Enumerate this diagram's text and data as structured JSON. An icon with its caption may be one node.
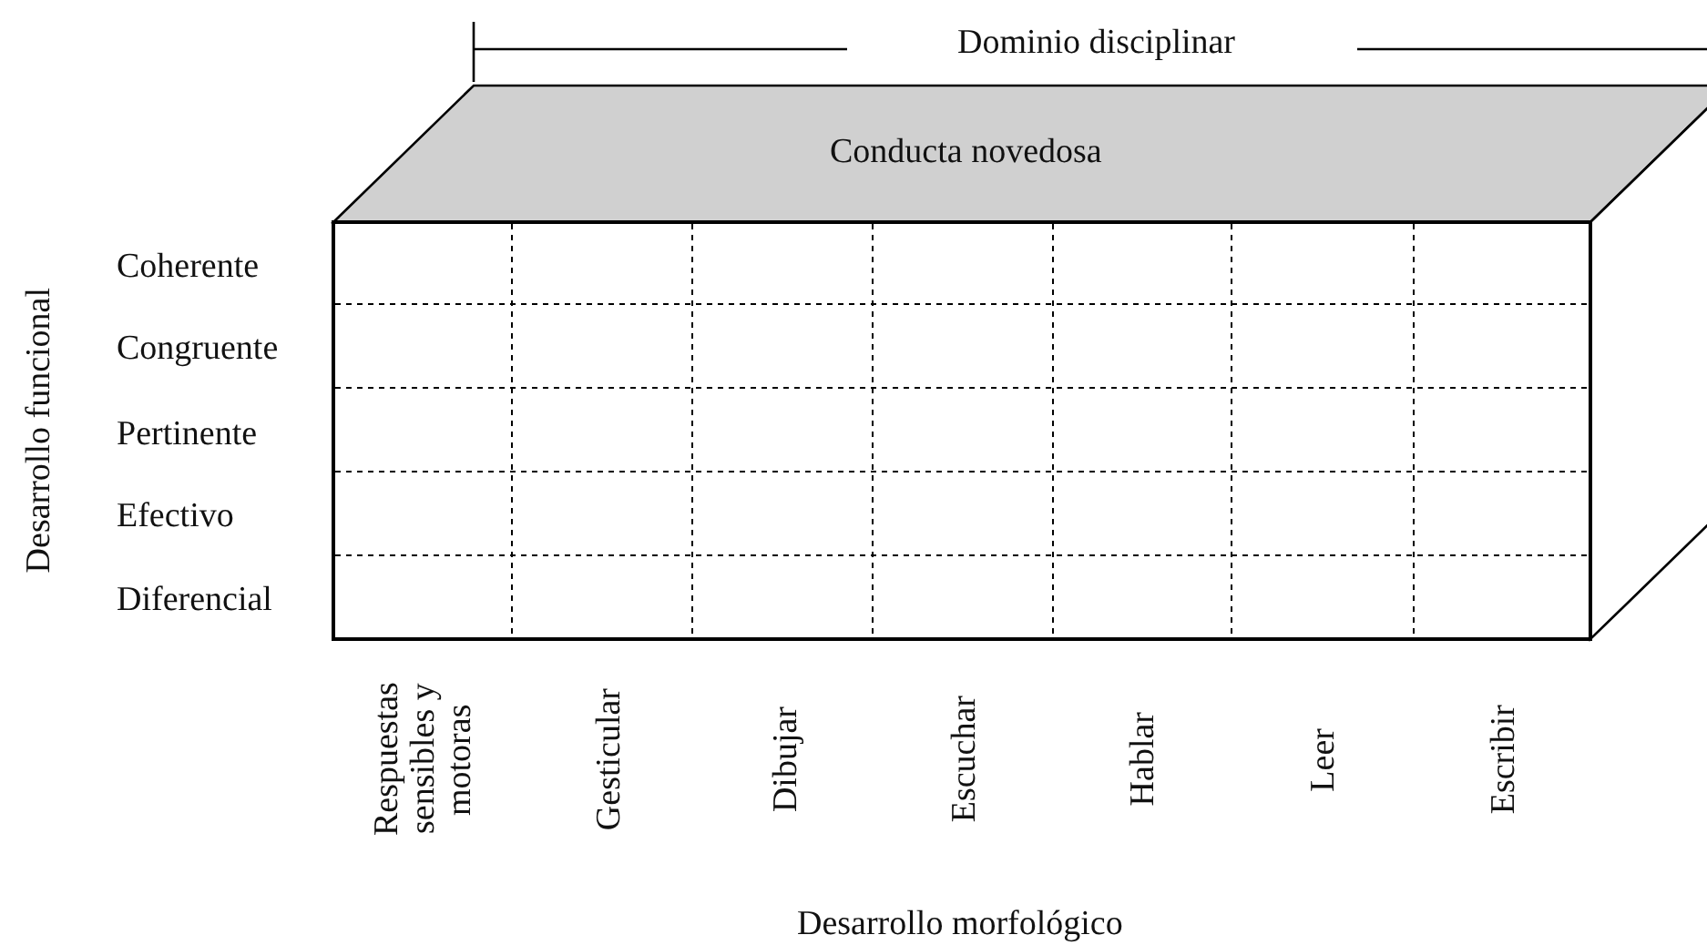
{
  "diagram": {
    "labels": [
      "Dominio disciplinar",
      "Conducta novedosa",
      "Desarrollo funcional",
      "Coherente",
      "Congruente",
      "Pertinente",
      "Efectivo",
      "Diferencial",
      "Respuestas sensibles y motoras",
      "Gesticular",
      "Dibujar",
      "Escuchar",
      "Hablar",
      "Leer",
      "Escribir",
      "Desarrollo morfológico"
    ]
  }
}
